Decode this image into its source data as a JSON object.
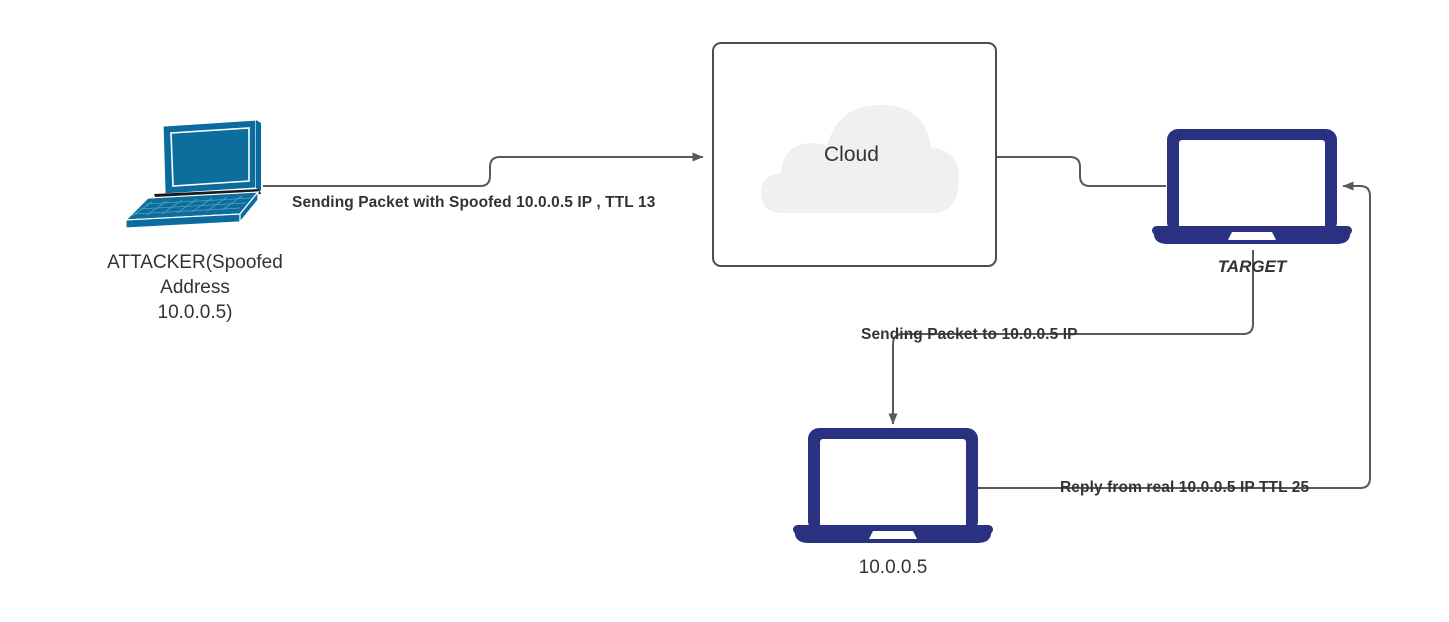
{
  "diagram": {
    "title": "IP Spoofing / TTL Reflection Network Diagram",
    "colors": {
      "attacker_device": "#0a6c9e",
      "victim_device": "#2b3181",
      "wire": "#595959",
      "cloud_fill": "#f0f0f0",
      "cloud_border": "#4d4d4d",
      "text": "#333333"
    }
  },
  "nodes": {
    "attacker": {
      "label": "ATTACKER(Spoofed\nAddress\n10.0.0.5)",
      "icon": "laptop-isometric-icon"
    },
    "cloud": {
      "label": "Cloud",
      "icon": "cloud-icon"
    },
    "target": {
      "label": "TARGET",
      "icon": "laptop-front-icon"
    },
    "victim": {
      "label": "10.0.0.5",
      "icon": "laptop-front-icon"
    }
  },
  "edges": {
    "attacker_to_cloud": {
      "label": "Sending Packet with Spoofed 10.0.0.5 IP , TTL 13"
    },
    "cloud_to_target": {
      "label": ""
    },
    "target_to_victim": {
      "label": "Sending Packet to 10.0.0.5 IP"
    },
    "victim_to_target": {
      "label": "Reply from real 10.0.0.5 IP TTL 25"
    }
  }
}
